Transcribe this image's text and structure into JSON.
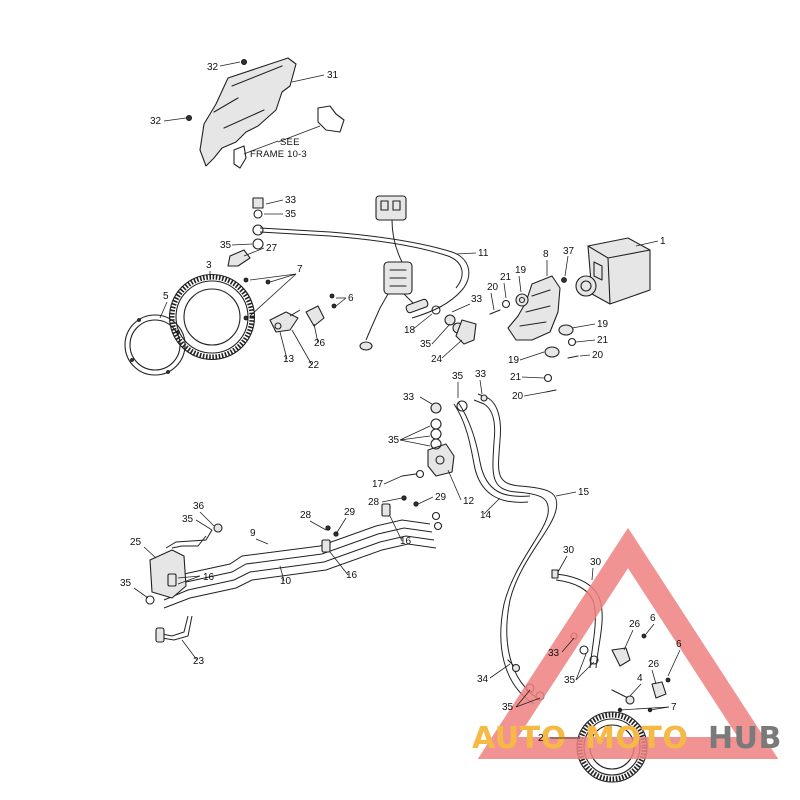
{
  "diagram": {
    "reference_note": "SEE\nFRAME 10-3",
    "colors": {
      "line": "#222222",
      "watermark_red": "#f08080",
      "watermark_orange": "#f5b945",
      "watermark_gray": "#7a7a7a"
    },
    "callouts": [
      {
        "id": "c-32-top",
        "num": "32"
      },
      {
        "id": "c-31",
        "num": "31"
      },
      {
        "id": "c-32-left",
        "num": "32"
      },
      {
        "id": "c-33-a",
        "num": "33"
      },
      {
        "id": "c-35-a",
        "num": "35"
      },
      {
        "id": "c-35-b",
        "num": "35"
      },
      {
        "id": "c-27",
        "num": "27"
      },
      {
        "id": "c-11",
        "num": "11"
      },
      {
        "id": "c-1",
        "num": "1"
      },
      {
        "id": "c-37",
        "num": "37"
      },
      {
        "id": "c-8",
        "num": "8"
      },
      {
        "id": "c-19-a",
        "num": "19"
      },
      {
        "id": "c-21-a",
        "num": "21"
      },
      {
        "id": "c-20-a",
        "num": "20"
      },
      {
        "id": "c-3",
        "num": "3"
      },
      {
        "id": "c-7-a",
        "num": "7"
      },
      {
        "id": "c-5",
        "num": "5"
      },
      {
        "id": "c-6-a",
        "num": "6"
      },
      {
        "id": "c-33-b",
        "num": "33"
      },
      {
        "id": "c-18",
        "num": "18"
      },
      {
        "id": "c-35-c",
        "num": "35"
      },
      {
        "id": "c-24",
        "num": "24"
      },
      {
        "id": "c-19-b",
        "num": "19"
      },
      {
        "id": "c-21-b",
        "num": "21"
      },
      {
        "id": "c-20-b",
        "num": "20"
      },
      {
        "id": "c-19-c",
        "num": "19"
      },
      {
        "id": "c-21-c",
        "num": "21"
      },
      {
        "id": "c-20-c",
        "num": "20"
      },
      {
        "id": "c-26-a",
        "num": "26"
      },
      {
        "id": "c-13",
        "num": "13"
      },
      {
        "id": "c-22",
        "num": "22"
      },
      {
        "id": "c-35-d",
        "num": "35"
      },
      {
        "id": "c-33-c",
        "num": "33"
      },
      {
        "id": "c-33-d",
        "num": "33"
      },
      {
        "id": "c-35-e",
        "num": "35"
      },
      {
        "id": "c-17",
        "num": "17"
      },
      {
        "id": "c-12",
        "num": "12"
      },
      {
        "id": "c-15",
        "num": "15"
      },
      {
        "id": "c-14",
        "num": "14"
      },
      {
        "id": "c-28-a",
        "num": "28"
      },
      {
        "id": "c-29-a",
        "num": "29"
      },
      {
        "id": "c-36",
        "num": "36"
      },
      {
        "id": "c-35-f",
        "num": "35"
      },
      {
        "id": "c-28-b",
        "num": "28"
      },
      {
        "id": "c-29-b",
        "num": "29"
      },
      {
        "id": "c-9",
        "num": "9"
      },
      {
        "id": "c-16-a",
        "num": "16"
      },
      {
        "id": "c-25",
        "num": "25"
      },
      {
        "id": "c-10",
        "num": "10"
      },
      {
        "id": "c-16-b",
        "num": "16"
      },
      {
        "id": "c-16-c",
        "num": "16"
      },
      {
        "id": "c-35-g",
        "num": "35"
      },
      {
        "id": "c-23",
        "num": "23"
      },
      {
        "id": "c-30-a",
        "num": "30"
      },
      {
        "id": "c-30-b",
        "num": "30"
      },
      {
        "id": "c-6-b",
        "num": "6"
      },
      {
        "id": "c-26-b",
        "num": "26"
      },
      {
        "id": "c-6-c",
        "num": "6"
      },
      {
        "id": "c-33-e",
        "num": "33"
      },
      {
        "id": "c-35-h",
        "num": "35"
      },
      {
        "id": "c-34",
        "num": "34"
      },
      {
        "id": "c-4",
        "num": "4"
      },
      {
        "id": "c-26-c",
        "num": "26"
      },
      {
        "id": "c-35-i",
        "num": "35"
      },
      {
        "id": "c-7-b",
        "num": "7"
      },
      {
        "id": "c-2",
        "num": "2"
      }
    ],
    "watermark": {
      "part1": "AUTO",
      "part2": "MOTO",
      "part3": "HUB"
    }
  }
}
